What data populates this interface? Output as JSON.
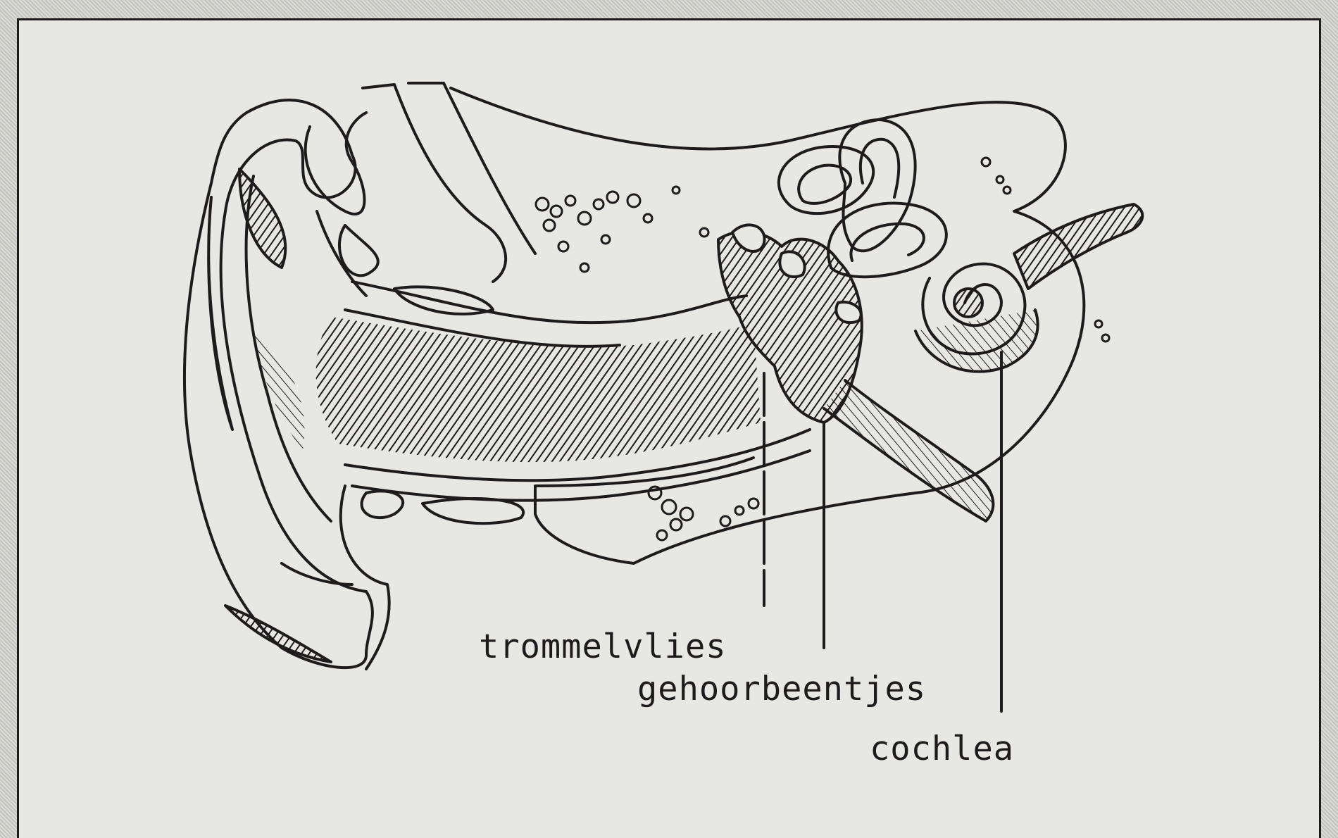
{
  "diagram": {
    "labels": {
      "eardrum": "trommelvlies",
      "ossicles": "gehoorbeentjes",
      "cochlea": "cochlea"
    }
  },
  "colors": {
    "ink": "#1e1b1d",
    "paper": "#e7e7e3",
    "background": "#cfcfca"
  }
}
